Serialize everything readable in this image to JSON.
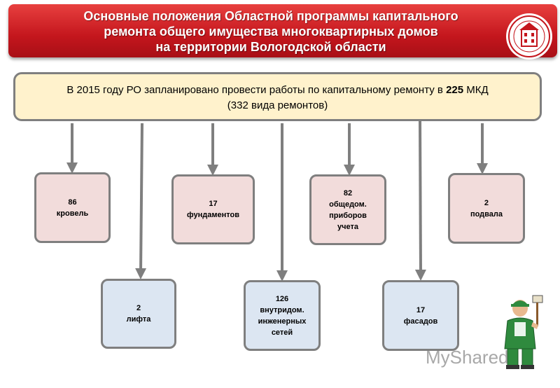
{
  "header": {
    "title_lines": [
      "Основные положения Областной программы капитального",
      "ремонта общего имущества многоквартирных домов",
      "на территории Вологодской области"
    ]
  },
  "top_box": {
    "line1_prefix": "В 2015 году РО запланировано провести работы по капитальному ремонту в ",
    "line1_bold": "225",
    "line1_suffix": " МКД",
    "line2": "(332 вида ремонтов)"
  },
  "boxes": [
    {
      "id": "roofs",
      "lines": [
        "86",
        "кровель"
      ]
    },
    {
      "id": "foundations",
      "lines": [
        "17",
        "фундаментов"
      ]
    },
    {
      "id": "meters",
      "lines": [
        "82",
        "общедом.",
        "приборов",
        "учета"
      ]
    },
    {
      "id": "basements",
      "lines": [
        "2",
        "подвала"
      ]
    },
    {
      "id": "elevators",
      "lines": [
        "2",
        "лифта"
      ]
    },
    {
      "id": "networks",
      "lines": [
        "126",
        "внутридом.",
        "инженерных",
        "сетей"
      ]
    },
    {
      "id": "facades",
      "lines": [
        "17",
        "фасадов"
      ]
    }
  ],
  "watermark": "MyShared",
  "colors": {
    "header_red": "#c4161d",
    "top_box_fill": "#fff2cc",
    "pink_box_fill": "#f2dcdb",
    "blue_box_fill": "#dce6f2",
    "border_gray": "#7f7f7f"
  }
}
